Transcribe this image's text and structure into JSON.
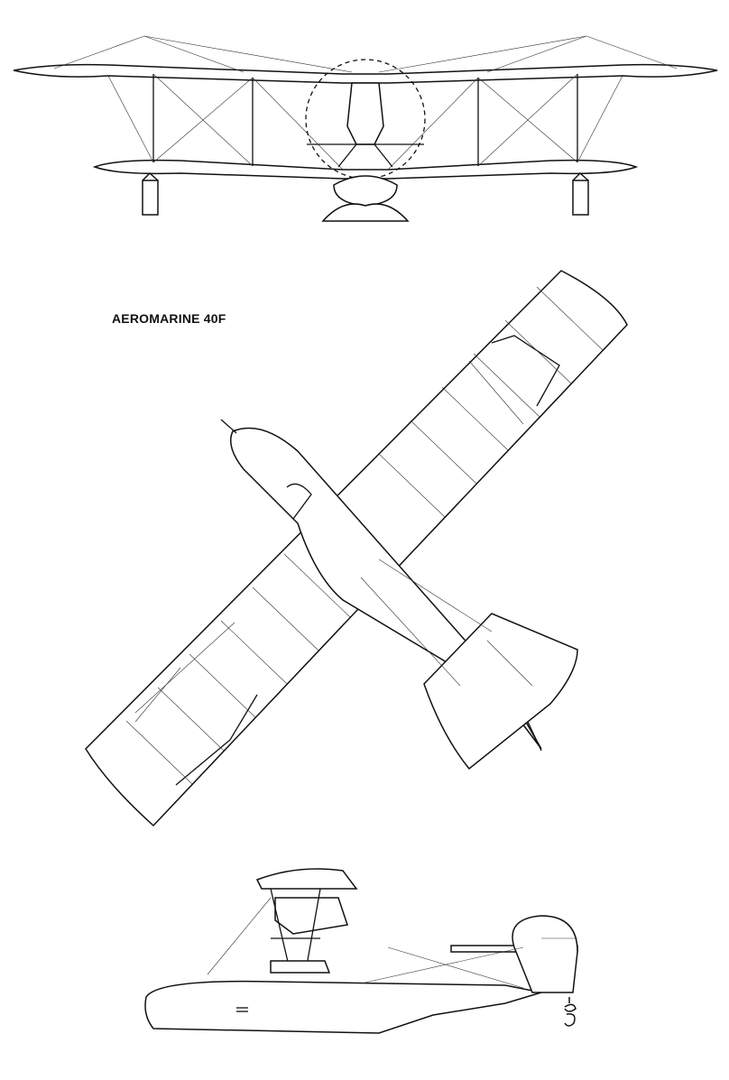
{
  "title": "AEROMARINE 40F",
  "signature": "g",
  "views": [
    "front-view",
    "top-view",
    "side-view"
  ]
}
